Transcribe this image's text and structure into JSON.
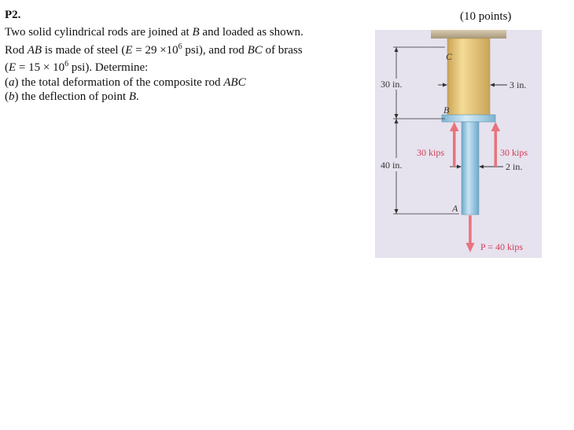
{
  "problem": {
    "number": "P2.",
    "points": "(10 points)",
    "lines": [
      [
        "Two solid cylindrical rods are joined at ",
        {
          "i": "B"
        },
        " and loaded as shown."
      ],
      [
        "Rod ",
        {
          "i": "AB"
        },
        " is made of steel (",
        {
          "i": "E"
        },
        " = 29 ×10",
        {
          "sup": "6"
        },
        " psi), and rod ",
        {
          "i": "BC"
        },
        " of brass"
      ],
      [
        "(",
        {
          "i": "E"
        },
        " = 15 × 10",
        {
          "sup": "6"
        },
        " psi). Determine:"
      ],
      [
        "(",
        {
          "i": "a"
        },
        ") the total deformation of the composite rod ",
        {
          "i": "ABC"
        }
      ],
      [
        "(",
        {
          "i": "b"
        },
        ") the deflection of point ",
        {
          "i": "B"
        },
        "."
      ]
    ]
  },
  "figure": {
    "colors": {
      "background": "#e6e2ee",
      "brass": "#e9c97a",
      "steel": "#9cc9e2",
      "load_arrow": "#e8737c",
      "dimension_line": "#333333",
      "load_label": "#d23c55"
    },
    "labels": {
      "point_c": "C",
      "point_b": "B",
      "point_a": "A",
      "length_bc": "30 in.",
      "length_ab": "40 in.",
      "diameter_bc": "3 in.",
      "diameter_ab": "2 in.",
      "load_left": "30 kips",
      "load_right": "30 kips",
      "load_p": "P = 40 kips"
    }
  }
}
